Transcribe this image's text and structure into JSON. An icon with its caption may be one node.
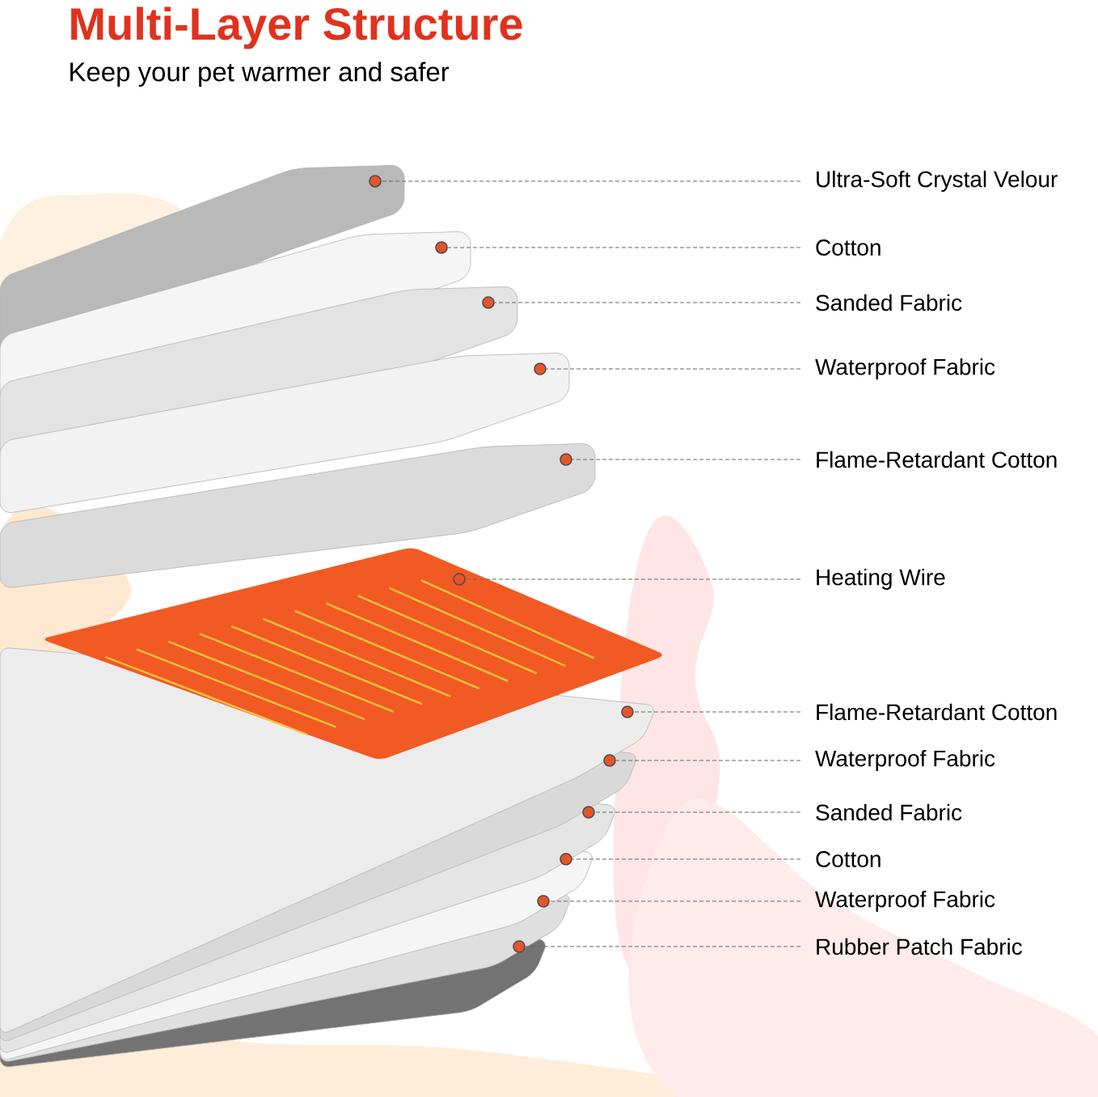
{
  "diagram": {
    "title": "Multi-Layer Structure",
    "nodes": [
      {
        "text": [
          "Ultra-Soft Crystal Velour"
        ]
      },
      {
        "text": [
          "Cotton"
        ]
      },
      {
        "text": [
          "Sanded Fabric"
        ]
      },
      {
        "text": [
          "Waterproof Fabric"
        ]
      },
      {
        "text": [
          "Flame-Retardant Cotton"
        ]
      },
      {
        "text": [
          "Heating Wire"
        ]
      },
      {
        "text": [
          "Flame-Retardant Cotton"
        ]
      },
      {
        "text": [
          "Waterproof Fabric"
        ]
      },
      {
        "text": [
          "Sanded Fabric"
        ]
      },
      {
        "text": [
          "Cotton"
        ]
      },
      {
        "text": [
          "Waterproof Fabric"
        ]
      },
      {
        "text": [
          "Rubber Patch Fabric"
        ]
      },
      {
        "text": [],
        "shape": "circle"
      },
      {
        "text": [],
        "shape": "circle"
      },
      {
        "text": [],
        "shape": "circle"
      },
      {
        "text": [],
        "shape": "circle"
      },
      {
        "text": [],
        "shape": "circle"
      },
      {
        "text": [],
        "shape": "circle"
      },
      {
        "text": [],
        "shape": "circle"
      },
      {
        "text": [],
        "shape": "circle"
      },
      {
        "text": [],
        "shape": "circle"
      },
      {
        "text": [],
        "shape": "circle"
      },
      {
        "text": [],
        "shape": "circle"
      },
      {
        "text": [],
        "shape": "circle"
      }
    ],
    "edges": [
      {
        "from": 0,
        "to": 12,
        "arrow": "none",
        "style": "dashed"
      },
      {
        "from": 1,
        "to": 13,
        "arrow": "none",
        "style": "dashed"
      },
      {
        "from": 2,
        "to": 14,
        "arrow": "none",
        "style": "dashed"
      },
      {
        "from": 3,
        "to": 15,
        "arrow": "none",
        "style": "dashed"
      },
      {
        "from": 4,
        "to": 16,
        "arrow": "none",
        "style": "dashed"
      },
      {
        "from": 5,
        "to": 17,
        "arrow": "none",
        "style": "dashed"
      },
      {
        "from": 6,
        "to": 18,
        "arrow": "none",
        "style": "dashed"
      },
      {
        "from": 7,
        "to": 19,
        "arrow": "none",
        "style": "dashed"
      },
      {
        "from": 8,
        "to": 20,
        "arrow": "none",
        "style": "dashed"
      },
      {
        "from": 9,
        "to": 21,
        "arrow": "none",
        "style": "dashed"
      },
      {
        "from": 10,
        "to": 22,
        "arrow": "none",
        "style": "dashed"
      },
      {
        "from": 11,
        "to": 23,
        "arrow": "none",
        "style": "dashed"
      }
    ],
    "labels": [
      "Keep your pet warmer and safer"
    ]
  }
}
